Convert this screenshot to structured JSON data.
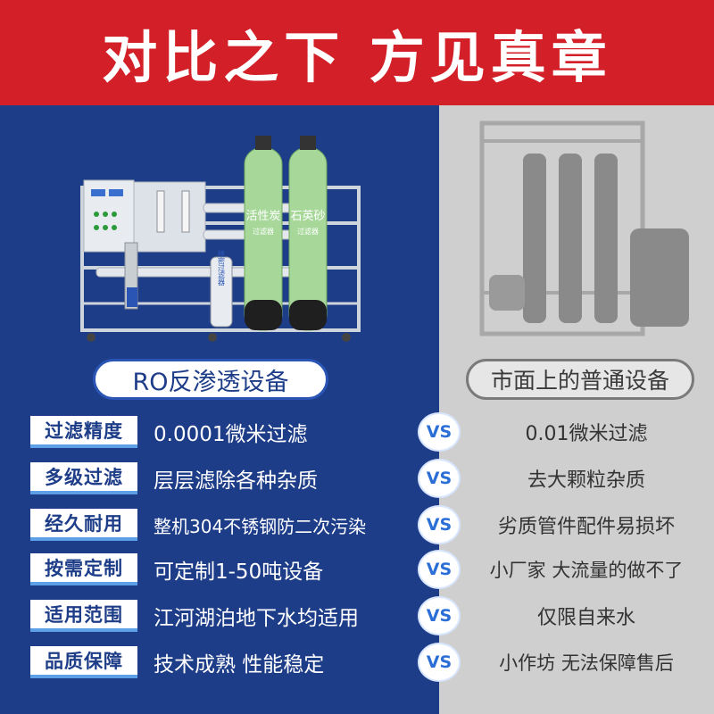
{
  "header": {
    "title": "对比之下 方见真章"
  },
  "left": {
    "badge": "RO反渗透设备",
    "tank1": "活性炭",
    "tank1_sub": "过滤器",
    "tank2": "石英砂",
    "tank2_sub": "过滤器",
    "filter_label": "精密过滤器"
  },
  "right": {
    "badge": "市面上的普通设备"
  },
  "vs_label": "VS",
  "rows": [
    {
      "label": "过滤精度",
      "left": "0.0001微米过滤",
      "right": "0.01微米过滤"
    },
    {
      "label": "多级过滤",
      "left": "层层滤除各种杂质",
      "right": "去大颗粒杂质"
    },
    {
      "label": "经久耐用",
      "left": "整机304不锈钢防二次污染",
      "right": "劣质管件配件易损坏"
    },
    {
      "label": "按需定制",
      "left": "可定制1-50吨设备",
      "right": "小厂家 大流量的做不了"
    },
    {
      "label": "适用范围",
      "left": "江河湖泊地下水均适用",
      "right": "仅限自来水"
    },
    {
      "label": "品质保障",
      "left": "技术成熟 性能稳定",
      "right": "小作坊 无法保障售后"
    }
  ],
  "colors": {
    "red": "#d31f27",
    "blue": "#1e3d88",
    "gray": "#cfcfcf",
    "tank": "#9ad28a"
  }
}
